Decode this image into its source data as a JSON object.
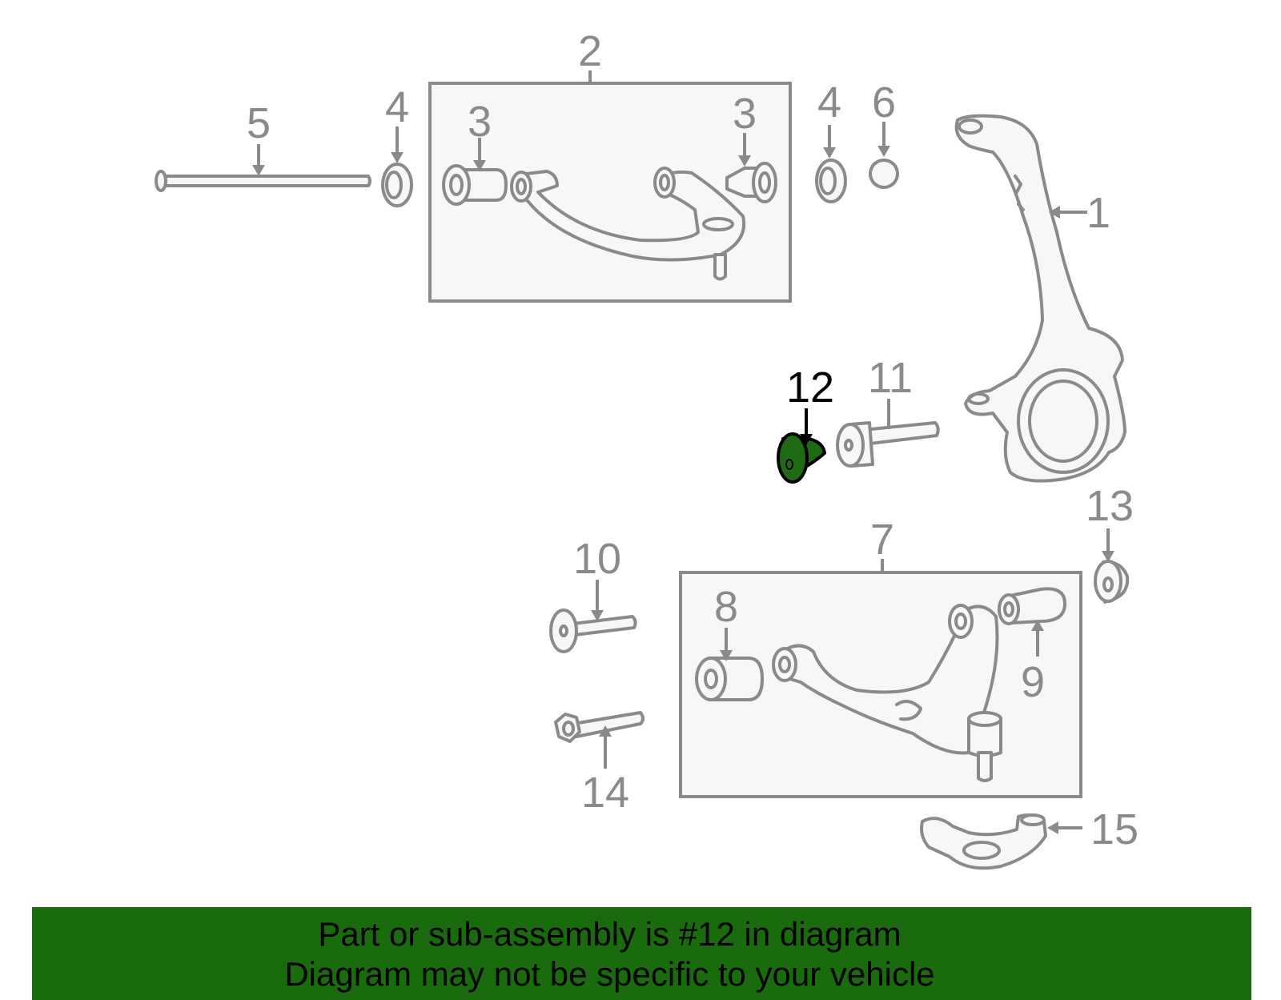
{
  "callouts": {
    "c1": "1",
    "c2": "2",
    "c3a": "3",
    "c3b": "3",
    "c4a": "4",
    "c4b": "4",
    "c5": "5",
    "c6": "6",
    "c7": "7",
    "c8": "8",
    "c9": "9",
    "c10": "10",
    "c11": "11",
    "c12": "12",
    "c13": "13",
    "c14": "14",
    "c15": "15"
  },
  "highlighted_part": "12",
  "colors": {
    "highlight": "#1a6b0e",
    "part_stroke": "#8a8a8a",
    "box_fill": "#f7f7f7"
  },
  "banner": {
    "line1": "Part or sub-assembly is #12 in diagram",
    "line2": "Diagram may not be specific to your vehicle"
  }
}
